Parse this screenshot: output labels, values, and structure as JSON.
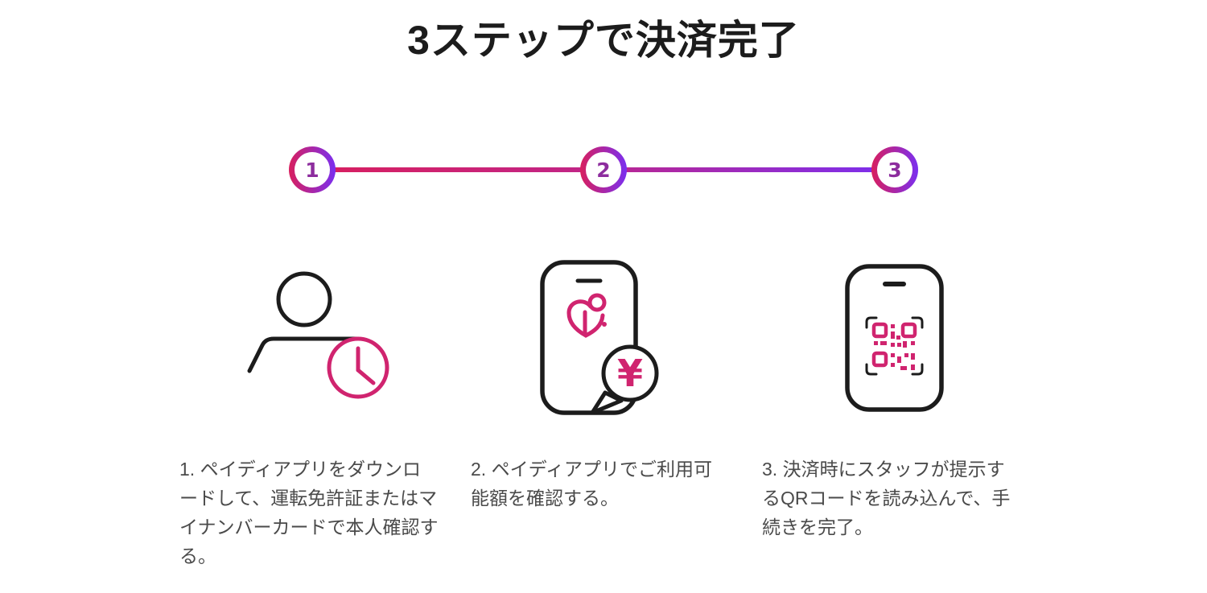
{
  "page": {
    "title": "3ステップで決済完了"
  },
  "colors": {
    "accent_pink": "#d0246f",
    "gradient_start": "#d81f5e",
    "gradient_end": "#7a2ff0",
    "step_number": "#8d2d9e",
    "outline_dark": "#1c1c1c",
    "body_text": "#4a4a4a",
    "background": "#ffffff"
  },
  "stepper": {
    "steps": [
      {
        "number": "1"
      },
      {
        "number": "2"
      },
      {
        "number": "3"
      }
    ]
  },
  "steps": [
    {
      "icon": "person-with-clock",
      "description": "1. ペイディアプリをダウンロードして、運転免許証またはマイナンバーカードで本人確認する。"
    },
    {
      "icon": "phone-with-paidy-logo-and-yen-bubble",
      "yen_symbol": "¥",
      "description": "2. ペイディアプリでご利用可能額を確認する。"
    },
    {
      "icon": "phone-with-qr-code",
      "description": "3. 決済時にスタッフが提示するQRコードを読み込んで、手続きを完了。"
    }
  ]
}
